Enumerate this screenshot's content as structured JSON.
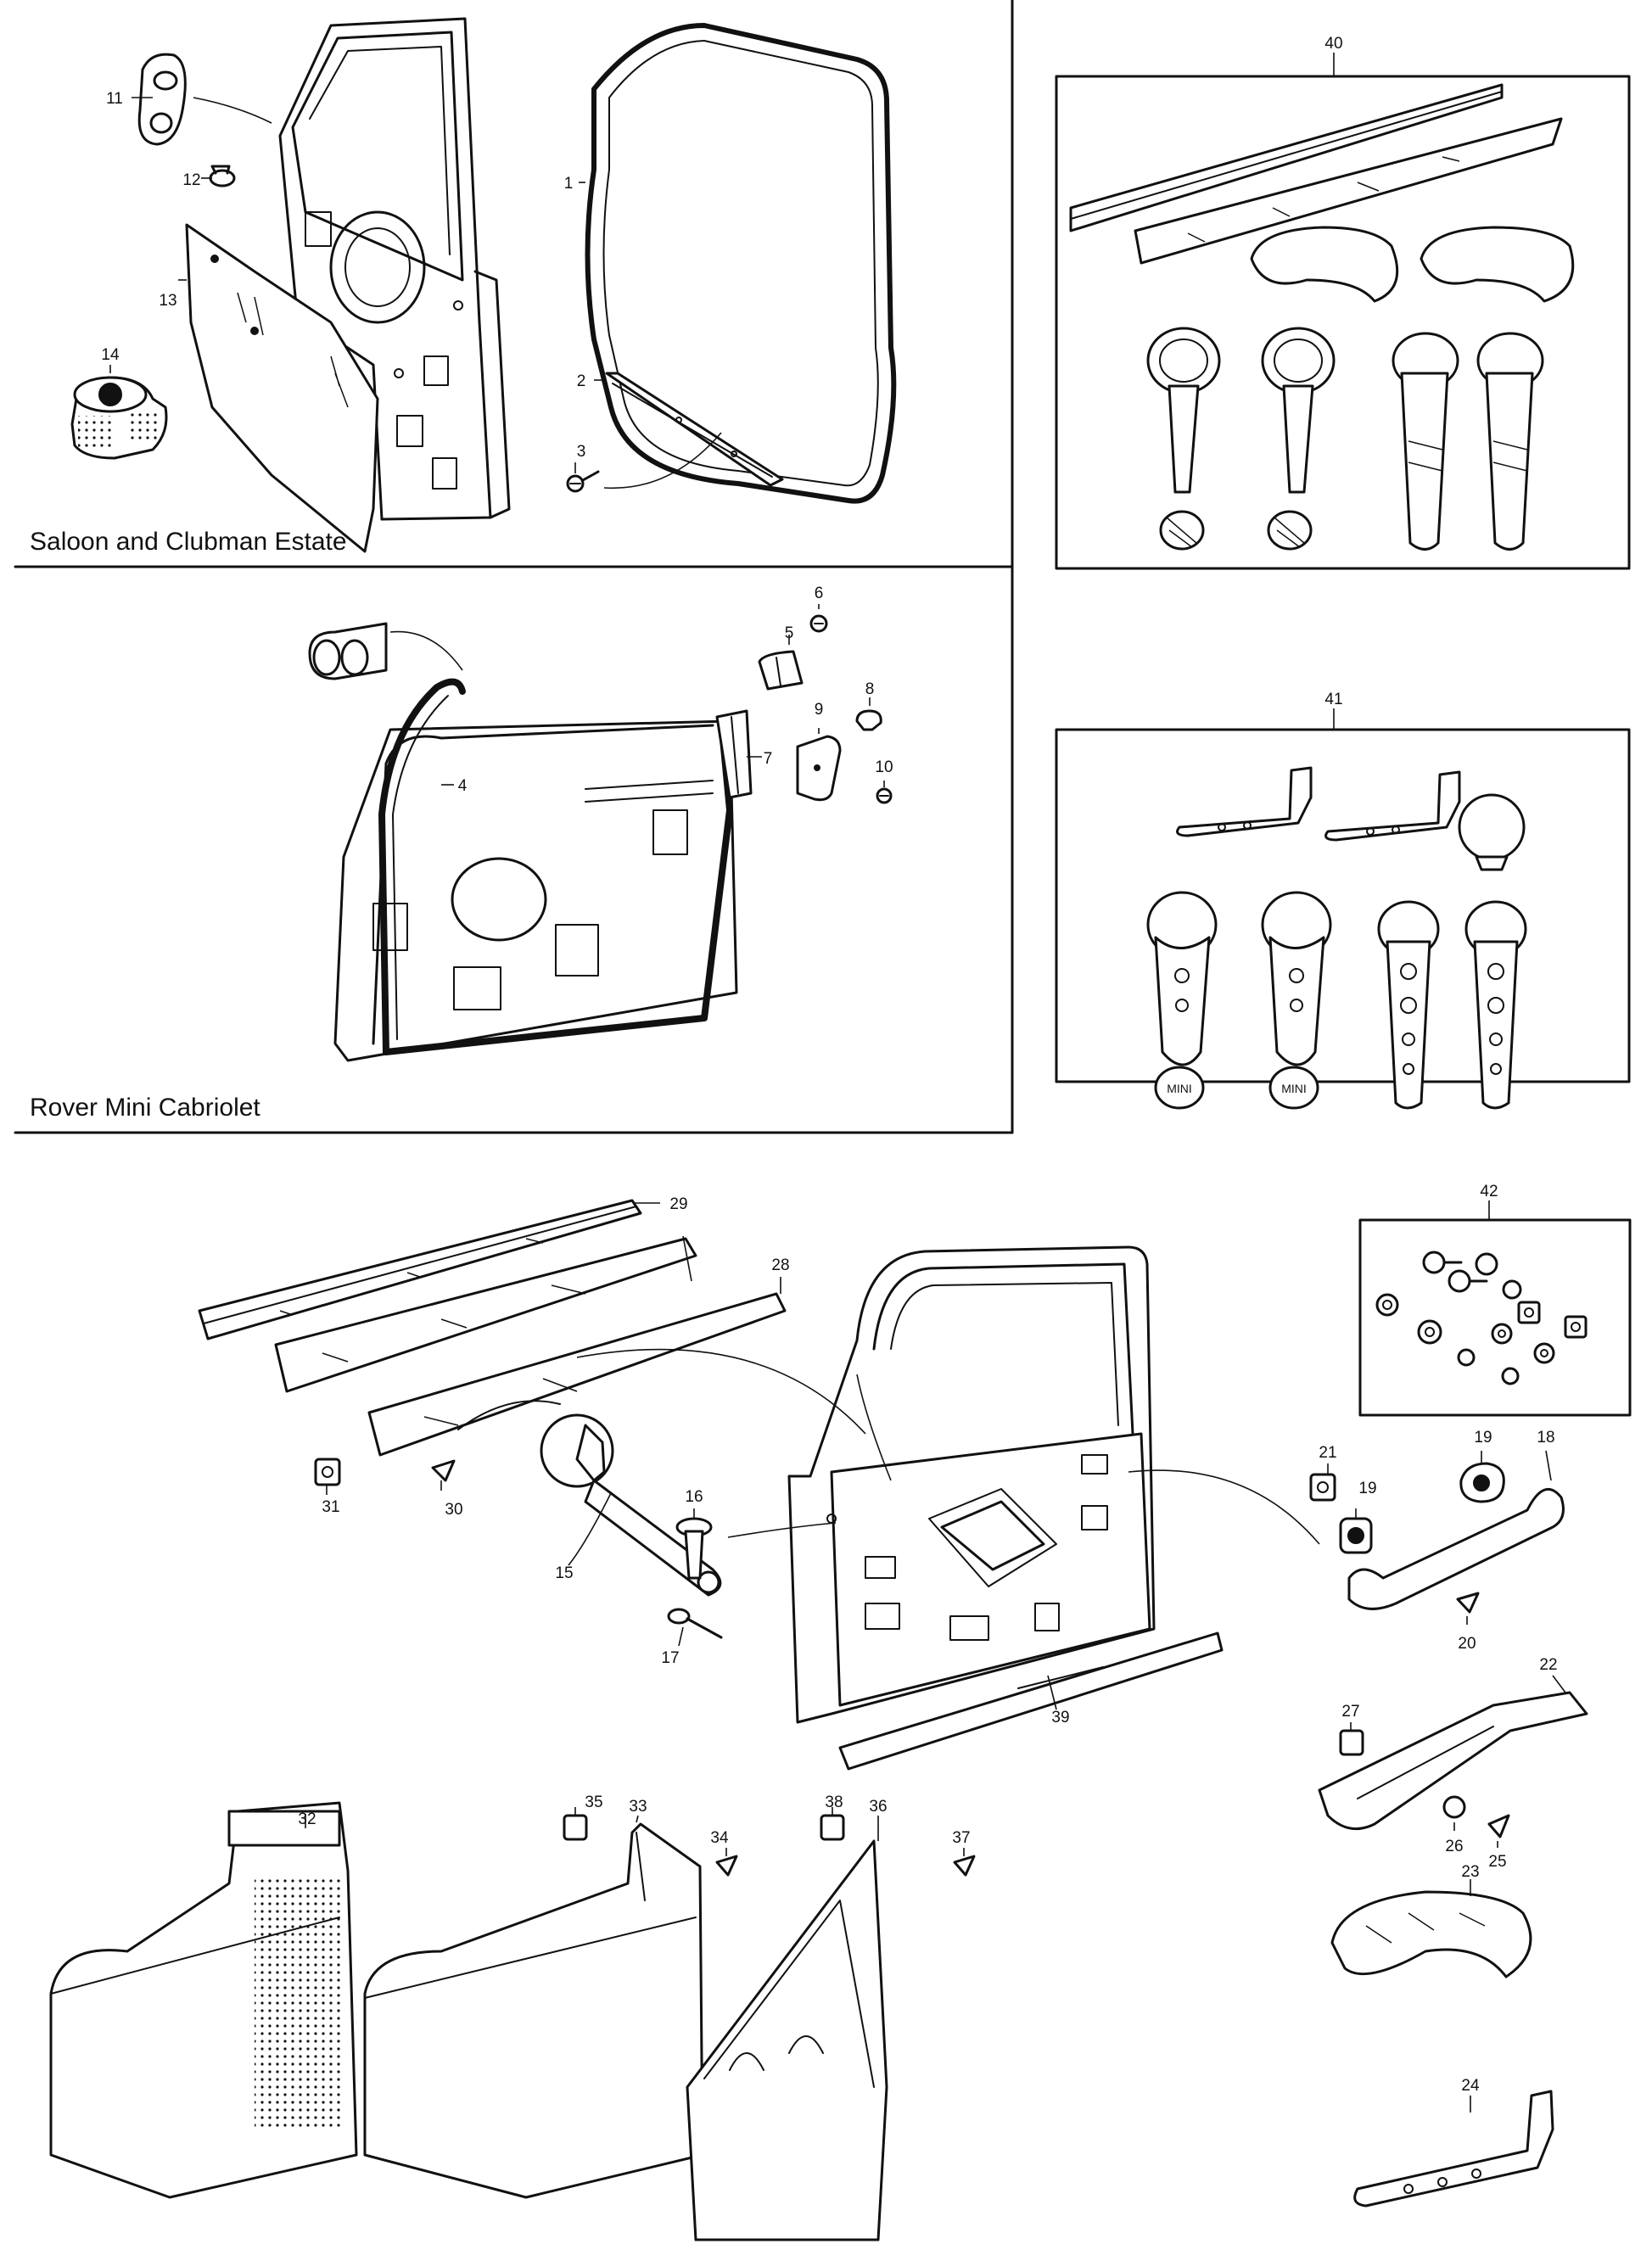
{
  "captions": {
    "saloon": "Saloon and Clubman Estate",
    "cabriolet": "Rover Mini Cabriolet"
  },
  "callouts": {
    "c1": "1",
    "c2": "2",
    "c3": "3",
    "c4": "4",
    "c5": "5",
    "c6": "6",
    "c7": "7",
    "c8": "8",
    "c9": "9",
    "c10": "10",
    "c11": "11",
    "c12": "12",
    "c13": "13",
    "c14": "14",
    "c15": "15",
    "c16": "16",
    "c17": "17",
    "c18": "18",
    "c19": "19",
    "c20": "20",
    "c21": "21",
    "c22": "22",
    "c23": "23",
    "c24": "24",
    "c25": "25",
    "c26": "26",
    "c27": "27",
    "c28": "28",
    "c29": "29",
    "c30": "30",
    "c31": "31",
    "c32": "32",
    "c33": "33",
    "c34": "34",
    "c35": "35",
    "c36": "36",
    "c37": "37",
    "c38": "38",
    "c39": "39",
    "c40": "40",
    "c41": "41",
    "c42": "42"
  },
  "badge_text": "MINI"
}
